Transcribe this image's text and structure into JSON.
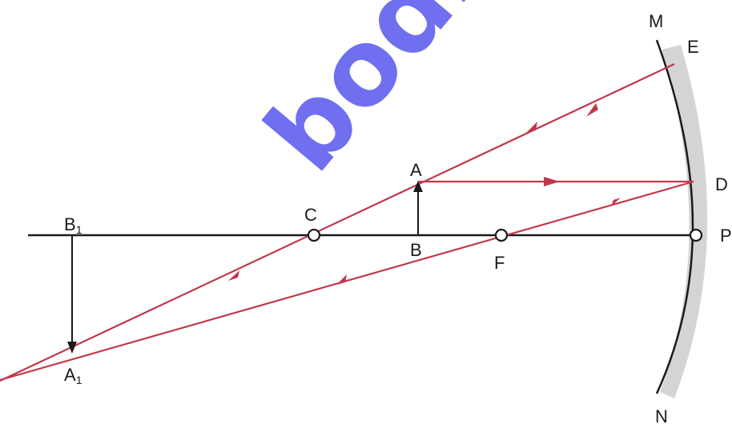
{
  "colors": {
    "ray": "#c0384b",
    "line": "#1a1a1a",
    "mirror_shade": "#d4d4d4",
    "watermark": "#6f6ff0"
  },
  "labels": {
    "M": "M",
    "E": "E",
    "D": "D",
    "A": "A",
    "C": "C",
    "B": "B",
    "F": "F",
    "P": "P",
    "B1": {
      "main": "B",
      "sub": "1"
    },
    "A1": {
      "main": "A",
      "sub": "1"
    },
    "N": "N"
  },
  "watermark": {
    "text": "bodh"
  }
}
